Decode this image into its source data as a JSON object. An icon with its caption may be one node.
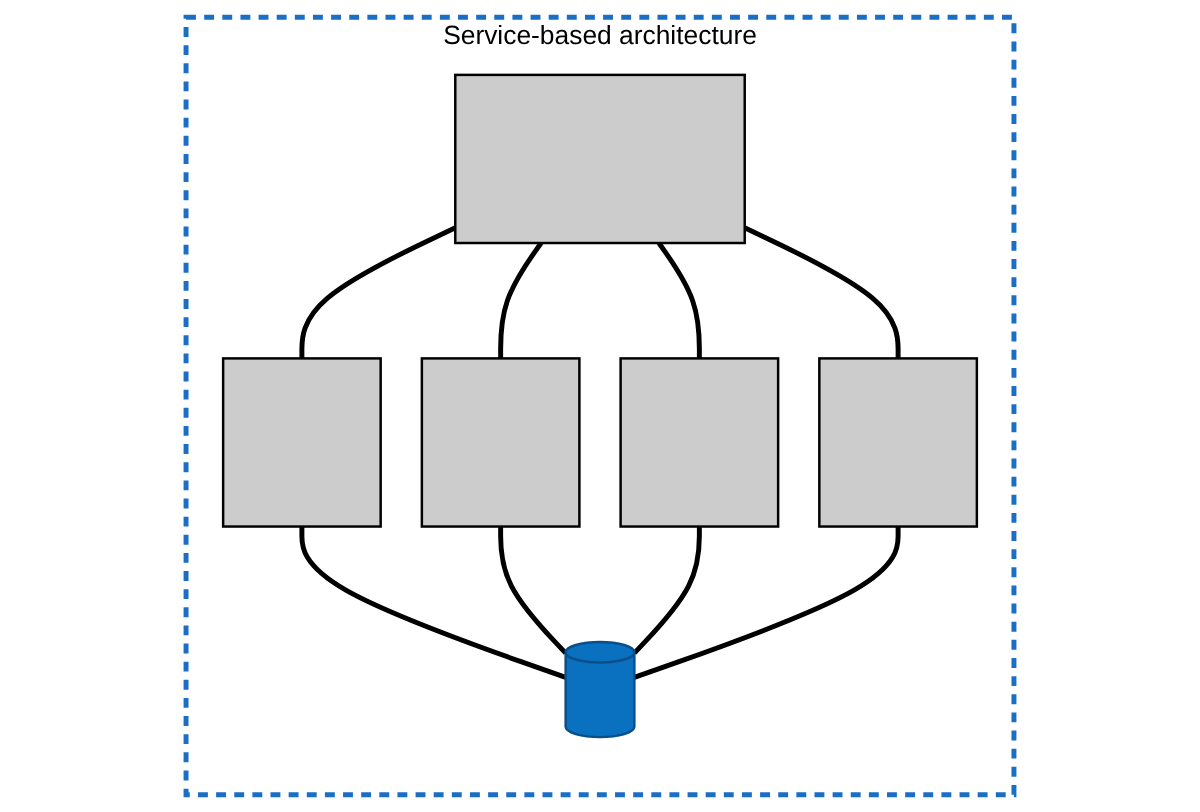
{
  "diagram": {
    "nodes": [
      {
        "text": [
          "Service-based architecture"
        ]
      },
      {
        "text": [],
        "shape": "box",
        "in": 0
      },
      {
        "text": [],
        "shape": "box",
        "in": 0
      },
      {
        "text": [],
        "shape": "box",
        "in": 0
      },
      {
        "text": [],
        "shape": "box",
        "in": 0
      },
      {
        "text": [],
        "shape": "box",
        "in": 0
      },
      {
        "text": [],
        "shape": "cylinder",
        "in": 0
      }
    ],
    "edges": [
      {
        "from": 1,
        "to": 2,
        "arrow": "none"
      },
      {
        "from": 1,
        "to": 3,
        "arrow": "none"
      },
      {
        "from": 1,
        "to": 4,
        "arrow": "none"
      },
      {
        "from": 1,
        "to": 5,
        "arrow": "none"
      },
      {
        "from": 2,
        "to": 6,
        "arrow": "none"
      },
      {
        "from": 3,
        "to": 6,
        "arrow": "none"
      },
      {
        "from": 4,
        "to": 6,
        "arrow": "none"
      },
      {
        "from": 5,
        "to": 6,
        "arrow": "none"
      }
    ]
  }
}
